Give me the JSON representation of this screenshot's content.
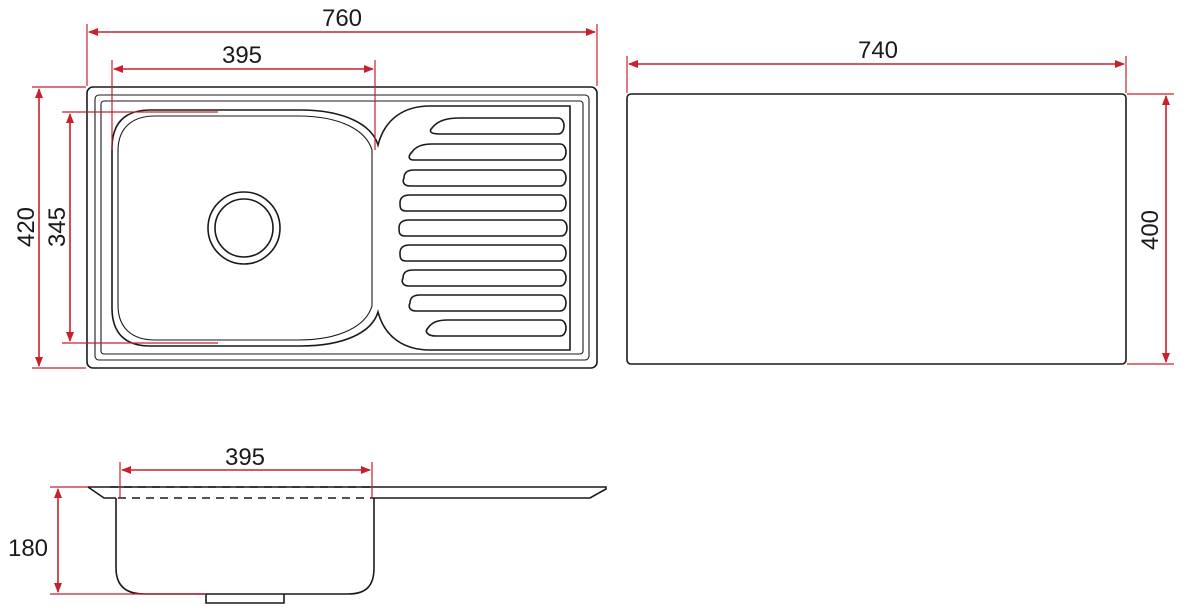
{
  "diagram": {
    "line_color": "#1a1a1a",
    "dimension_color": "#c8202c",
    "dimensions": {
      "top_overall_width": "760",
      "top_bowl_width": "395",
      "top_overall_height": "420",
      "top_bowl_height": "345",
      "cutout_width": "740",
      "cutout_height": "400",
      "side_bowl_width": "395",
      "side_depth": "180"
    }
  }
}
